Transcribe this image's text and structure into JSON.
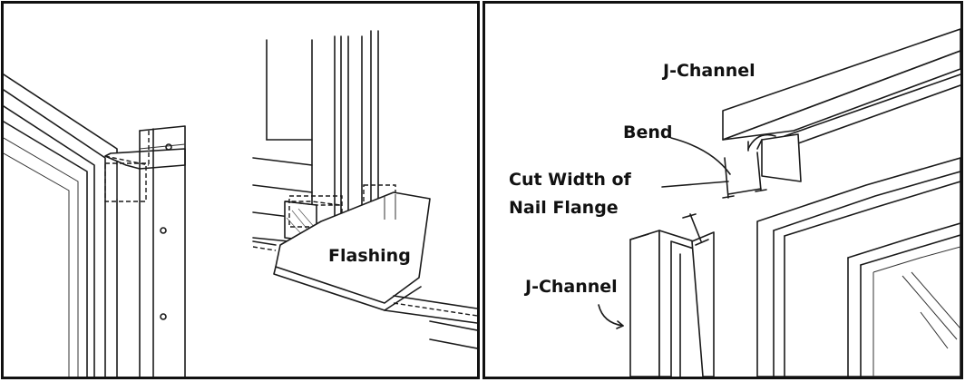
{
  "left_panel": {
    "labels": {
      "flashing": "Flashing"
    }
  },
  "right_panel": {
    "labels": {
      "j_channel_top": "J-Channel",
      "bend": "Bend",
      "cut_width_line1": "Cut Width of",
      "cut_width_line2": "Nail Flange",
      "j_channel_left": "J-Channel"
    }
  }
}
